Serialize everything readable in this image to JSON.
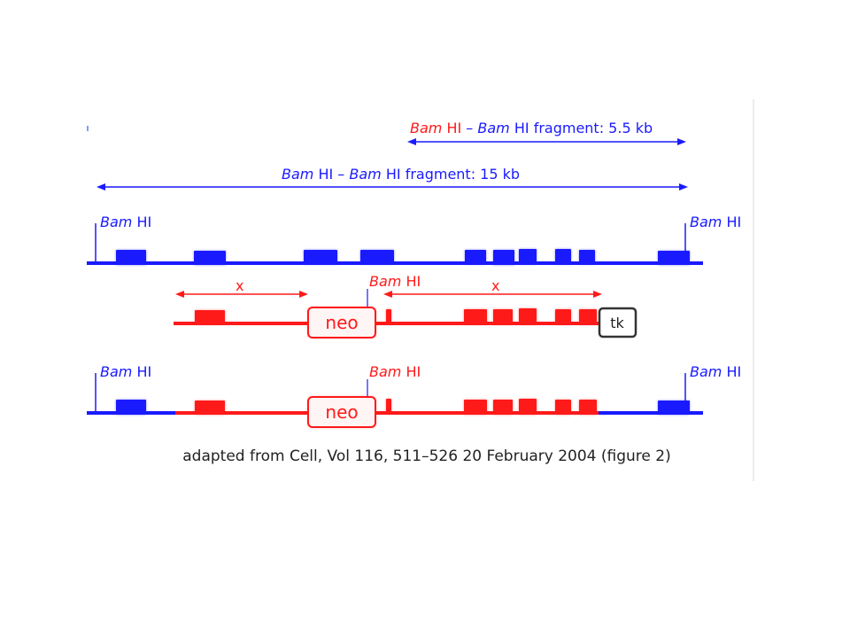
{
  "colors": {
    "blue": "#1a1aff",
    "red": "#ff1a1a",
    "dark": "#222222",
    "tk_border": "#333333",
    "neo_fill": "#fff5f5",
    "panel_edge": "#e6e6e6"
  },
  "fragments": {
    "top": {
      "enzyme1_a": "Bam",
      "enzyme1_b": " HI",
      "sep": " – ",
      "enzyme2_a": "Bam",
      "enzyme2_b": " HI fragment: 5.5 kb"
    },
    "main": {
      "enzyme1_a": "Bam",
      "enzyme1_b": " HI",
      "sep": " – ",
      "enzyme2_a": "Bam",
      "enzyme2_b": " HI fragment: 15 kb"
    }
  },
  "site_label": {
    "a": "Bam",
    "b": " HI"
  },
  "homology_label": "x",
  "boxes": {
    "neo": "neo",
    "tk": "tk"
  },
  "caption": "adapted from Cell, Vol 116, 511–526 20 February 2004 (figure 2)"
}
